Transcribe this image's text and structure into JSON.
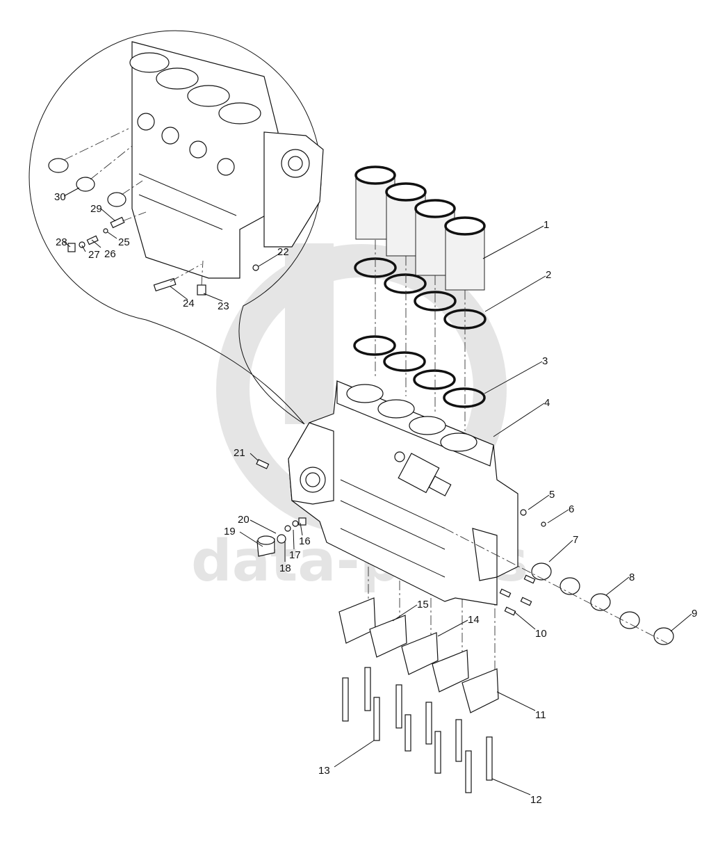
{
  "watermark": {
    "text": "data-parts",
    "color": "#cfcfcf"
  },
  "callouts": [
    {
      "id": "1",
      "label": "1"
    },
    {
      "id": "2",
      "label": "2"
    },
    {
      "id": "3",
      "label": "3"
    },
    {
      "id": "4",
      "label": "4"
    },
    {
      "id": "5",
      "label": "5"
    },
    {
      "id": "6",
      "label": "6"
    },
    {
      "id": "7",
      "label": "7"
    },
    {
      "id": "8",
      "label": "8"
    },
    {
      "id": "9",
      "label": "9"
    },
    {
      "id": "10",
      "label": "10"
    },
    {
      "id": "11",
      "label": "11"
    },
    {
      "id": "12",
      "label": "12"
    },
    {
      "id": "13",
      "label": "13"
    },
    {
      "id": "14",
      "label": "14"
    },
    {
      "id": "15",
      "label": "15"
    },
    {
      "id": "16",
      "label": "16"
    },
    {
      "id": "17",
      "label": "17"
    },
    {
      "id": "18",
      "label": "18"
    },
    {
      "id": "19",
      "label": "19"
    },
    {
      "id": "20",
      "label": "20"
    },
    {
      "id": "21",
      "label": "21"
    },
    {
      "id": "22",
      "label": "22"
    },
    {
      "id": "23",
      "label": "23"
    },
    {
      "id": "24",
      "label": "24"
    },
    {
      "id": "25",
      "label": "25"
    },
    {
      "id": "26",
      "label": "26"
    },
    {
      "id": "27",
      "label": "27"
    },
    {
      "id": "28",
      "label": "28"
    },
    {
      "id": "29",
      "label": "29"
    },
    {
      "id": "30",
      "label": "30"
    }
  ]
}
